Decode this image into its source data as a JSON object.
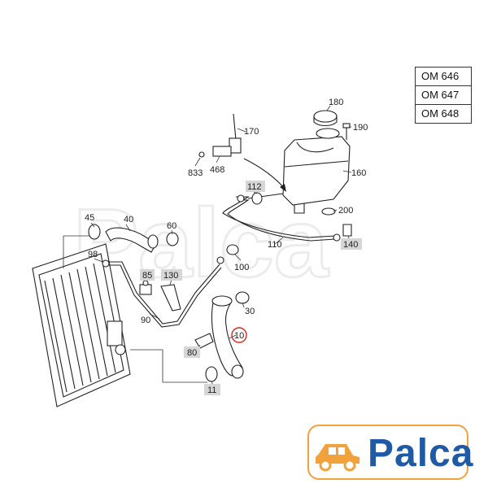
{
  "engines": [
    "OM 646",
    "OM 647",
    "OM 648"
  ],
  "logo": {
    "text": "Palca"
  },
  "watermark": {
    "text": "Palca"
  },
  "colors": {
    "highlight_circle": "#d9261c",
    "label_box": "#d6d6d6",
    "logo_text": "#1f5aa6",
    "logo_border": "#f2a23a",
    "logo_car": "#f2a23a"
  },
  "callouts": {
    "p10": "10",
    "p11": "11",
    "p30": "30",
    "p40": "40",
    "p45": "45",
    "p60": "60",
    "p80": "80",
    "p85": "85",
    "p90": "90",
    "p98": "98",
    "p100": "100",
    "p110": "110",
    "p112": "112",
    "p130": "130",
    "p140": "140",
    "p160": "160",
    "p170": "170",
    "p180": "180",
    "p190": "190",
    "p200": "200",
    "p468": "468",
    "p833": "833"
  }
}
